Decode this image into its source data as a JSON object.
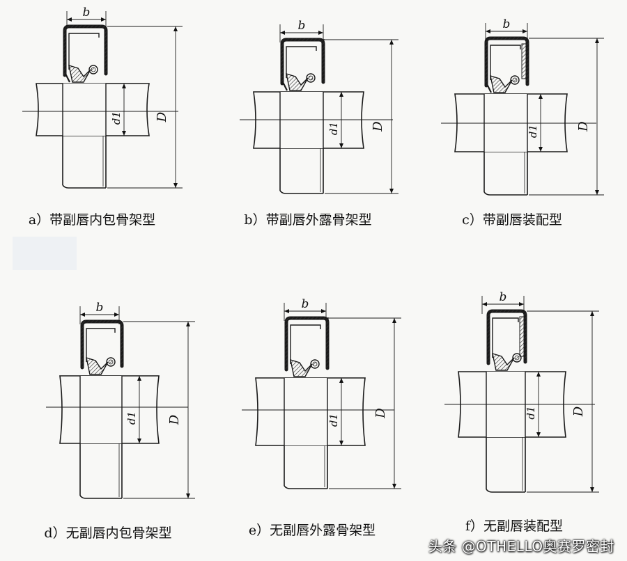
{
  "figures": [
    {
      "id": "a",
      "caption": "a）带副唇内包骨架型",
      "dim_b": "b",
      "dim_D": "D",
      "dim_d1": "d1",
      "sub_lip": true,
      "frame": "inner"
    },
    {
      "id": "b",
      "caption": "b）带副唇外露骨架型",
      "dim_b": "b",
      "dim_D": "D",
      "dim_d1": "d1",
      "sub_lip": true,
      "frame": "outer"
    },
    {
      "id": "c",
      "caption": "c）带副唇装配型",
      "dim_b": "b",
      "dim_D": "D",
      "dim_d1": "d1",
      "sub_lip": true,
      "frame": "assembled"
    },
    {
      "id": "d",
      "caption": "d）无副唇内包骨架型",
      "dim_b": "b",
      "dim_D": "D",
      "dim_d1": "d1",
      "sub_lip": false,
      "frame": "inner"
    },
    {
      "id": "e",
      "caption": "e）无副唇外露骨架型",
      "dim_b": "b",
      "dim_D": "D",
      "dim_d1": "d1",
      "sub_lip": false,
      "frame": "outer"
    },
    {
      "id": "f",
      "caption": "f）无副唇装配型",
      "dim_b": "b",
      "dim_D": "D",
      "dim_d1": "d1",
      "sub_lip": false,
      "frame": "assembled"
    }
  ],
  "watermark": "头条 @OTHELLO奥赛罗密封",
  "colors": {
    "line": "#1a1a1a",
    "hatch": "#333333",
    "background": "#f8f8f6"
  }
}
